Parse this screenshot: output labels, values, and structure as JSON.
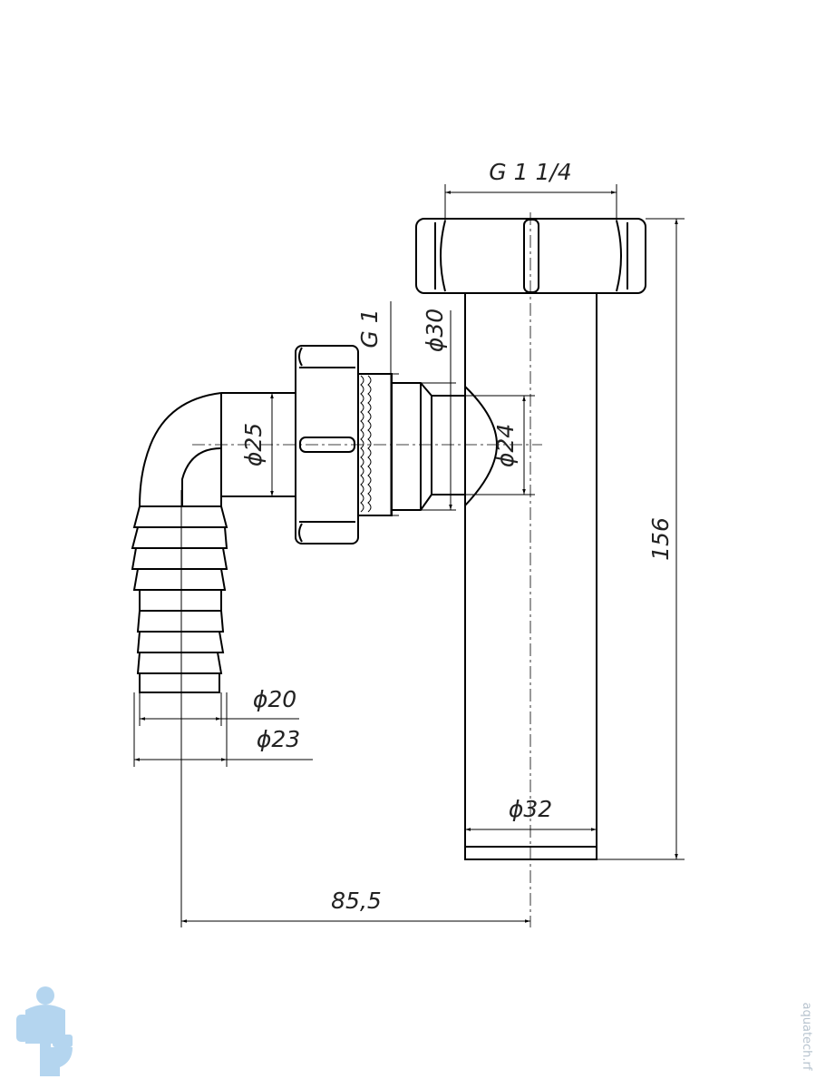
{
  "drawing": {
    "dimensions": {
      "g_1_1_4": "G 1 1/4",
      "g_1": "G 1",
      "d30": "ϕ30",
      "d25": "ϕ25",
      "d24": "ϕ24",
      "d20": "ϕ20",
      "d23": "ϕ23",
      "d32": "ϕ32",
      "length_156": "156",
      "offset_85_5": "85,5"
    },
    "colors": {
      "line": "#000000",
      "text": "#222222",
      "watermark": "#b8c4cf",
      "logo": "#9cc8ea"
    },
    "watermark": {
      "logo_icon": "plumber-with-toilet-logo",
      "site_text": "aquatech.rf"
    }
  }
}
